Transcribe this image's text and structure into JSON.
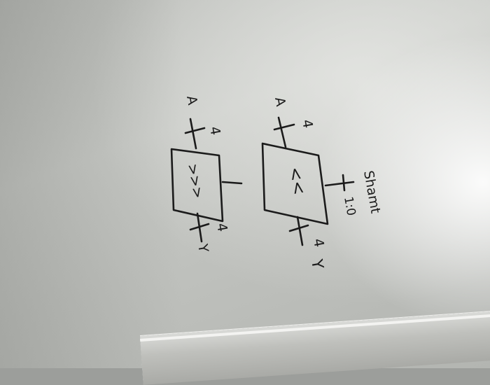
{
  "scene": {
    "description_colors": {
      "board": "#c4c6c2",
      "ink": "#1b1b1b",
      "tray": "#bfc0bc"
    }
  },
  "diagram_top": {
    "input_label": "A",
    "input_width": "4",
    "operator": "<<",
    "shamt_label": "Shamt",
    "shamt_value": "1:0",
    "output_width": "4",
    "output_label": "Y"
  },
  "diagram_bottom": {
    "input_label": "A",
    "input_width": "4",
    "operator": ">>>",
    "output_width": "4",
    "output_label": "Y"
  }
}
